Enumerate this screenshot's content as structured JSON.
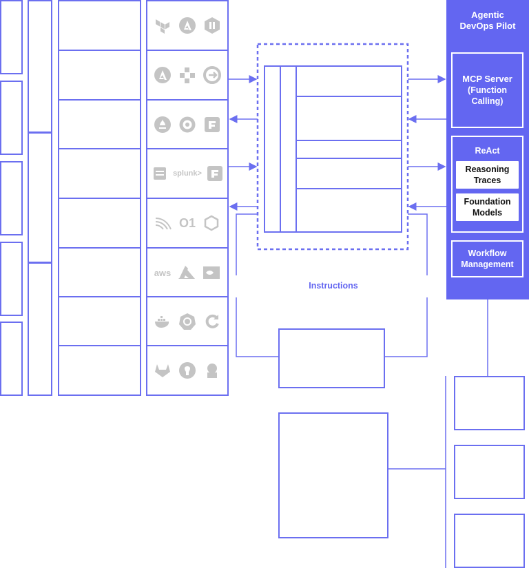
{
  "panel": {
    "title_line1": "Agentic",
    "title_line2": "DevOps Pilot",
    "mcp_line1": "MCP Server",
    "mcp_line2": "(Function Calling)",
    "react_title": "ReAct",
    "reasoning_line1": "Reasoning",
    "reasoning_line2": "Traces",
    "foundation_line1": "Foundation",
    "foundation_line2": "Models",
    "workflow_line1": "Workflow",
    "workflow_line2": "Management"
  },
  "instructions_label": "Instructions",
  "tool_rows": [
    {
      "icons": [
        "terraform-icon",
        "ansible-icon",
        "pulumi-icon"
      ]
    },
    {
      "icons": [
        "ansible-icon",
        "workflow-icon",
        "sync-icon"
      ]
    },
    {
      "icons": [
        "prometheus-icon",
        "grafana-icon",
        "jenkins-icon"
      ]
    },
    {
      "icons": [
        "splunk-logo",
        "jenkins-icon"
      ],
      "text": "splunk>"
    },
    {
      "icons": [
        "tekton-icon",
        "opsgenie-icon",
        "hexagon-icon"
      ],
      "text": "O1"
    },
    {
      "icons": [
        "aws-icon",
        "azure-icon",
        "nvidia-icon"
      ],
      "text": "aws"
    },
    {
      "icons": [
        "docker-icon",
        "kubernetes-icon",
        "refresh-icon"
      ]
    },
    {
      "icons": [
        "gitlab-icon",
        "github-icon",
        "jenkins-icon"
      ]
    }
  ],
  "colors": {
    "accent": "#6366f1",
    "line": "#6b6ff0",
    "icon_gray": "#c9c9c9"
  }
}
